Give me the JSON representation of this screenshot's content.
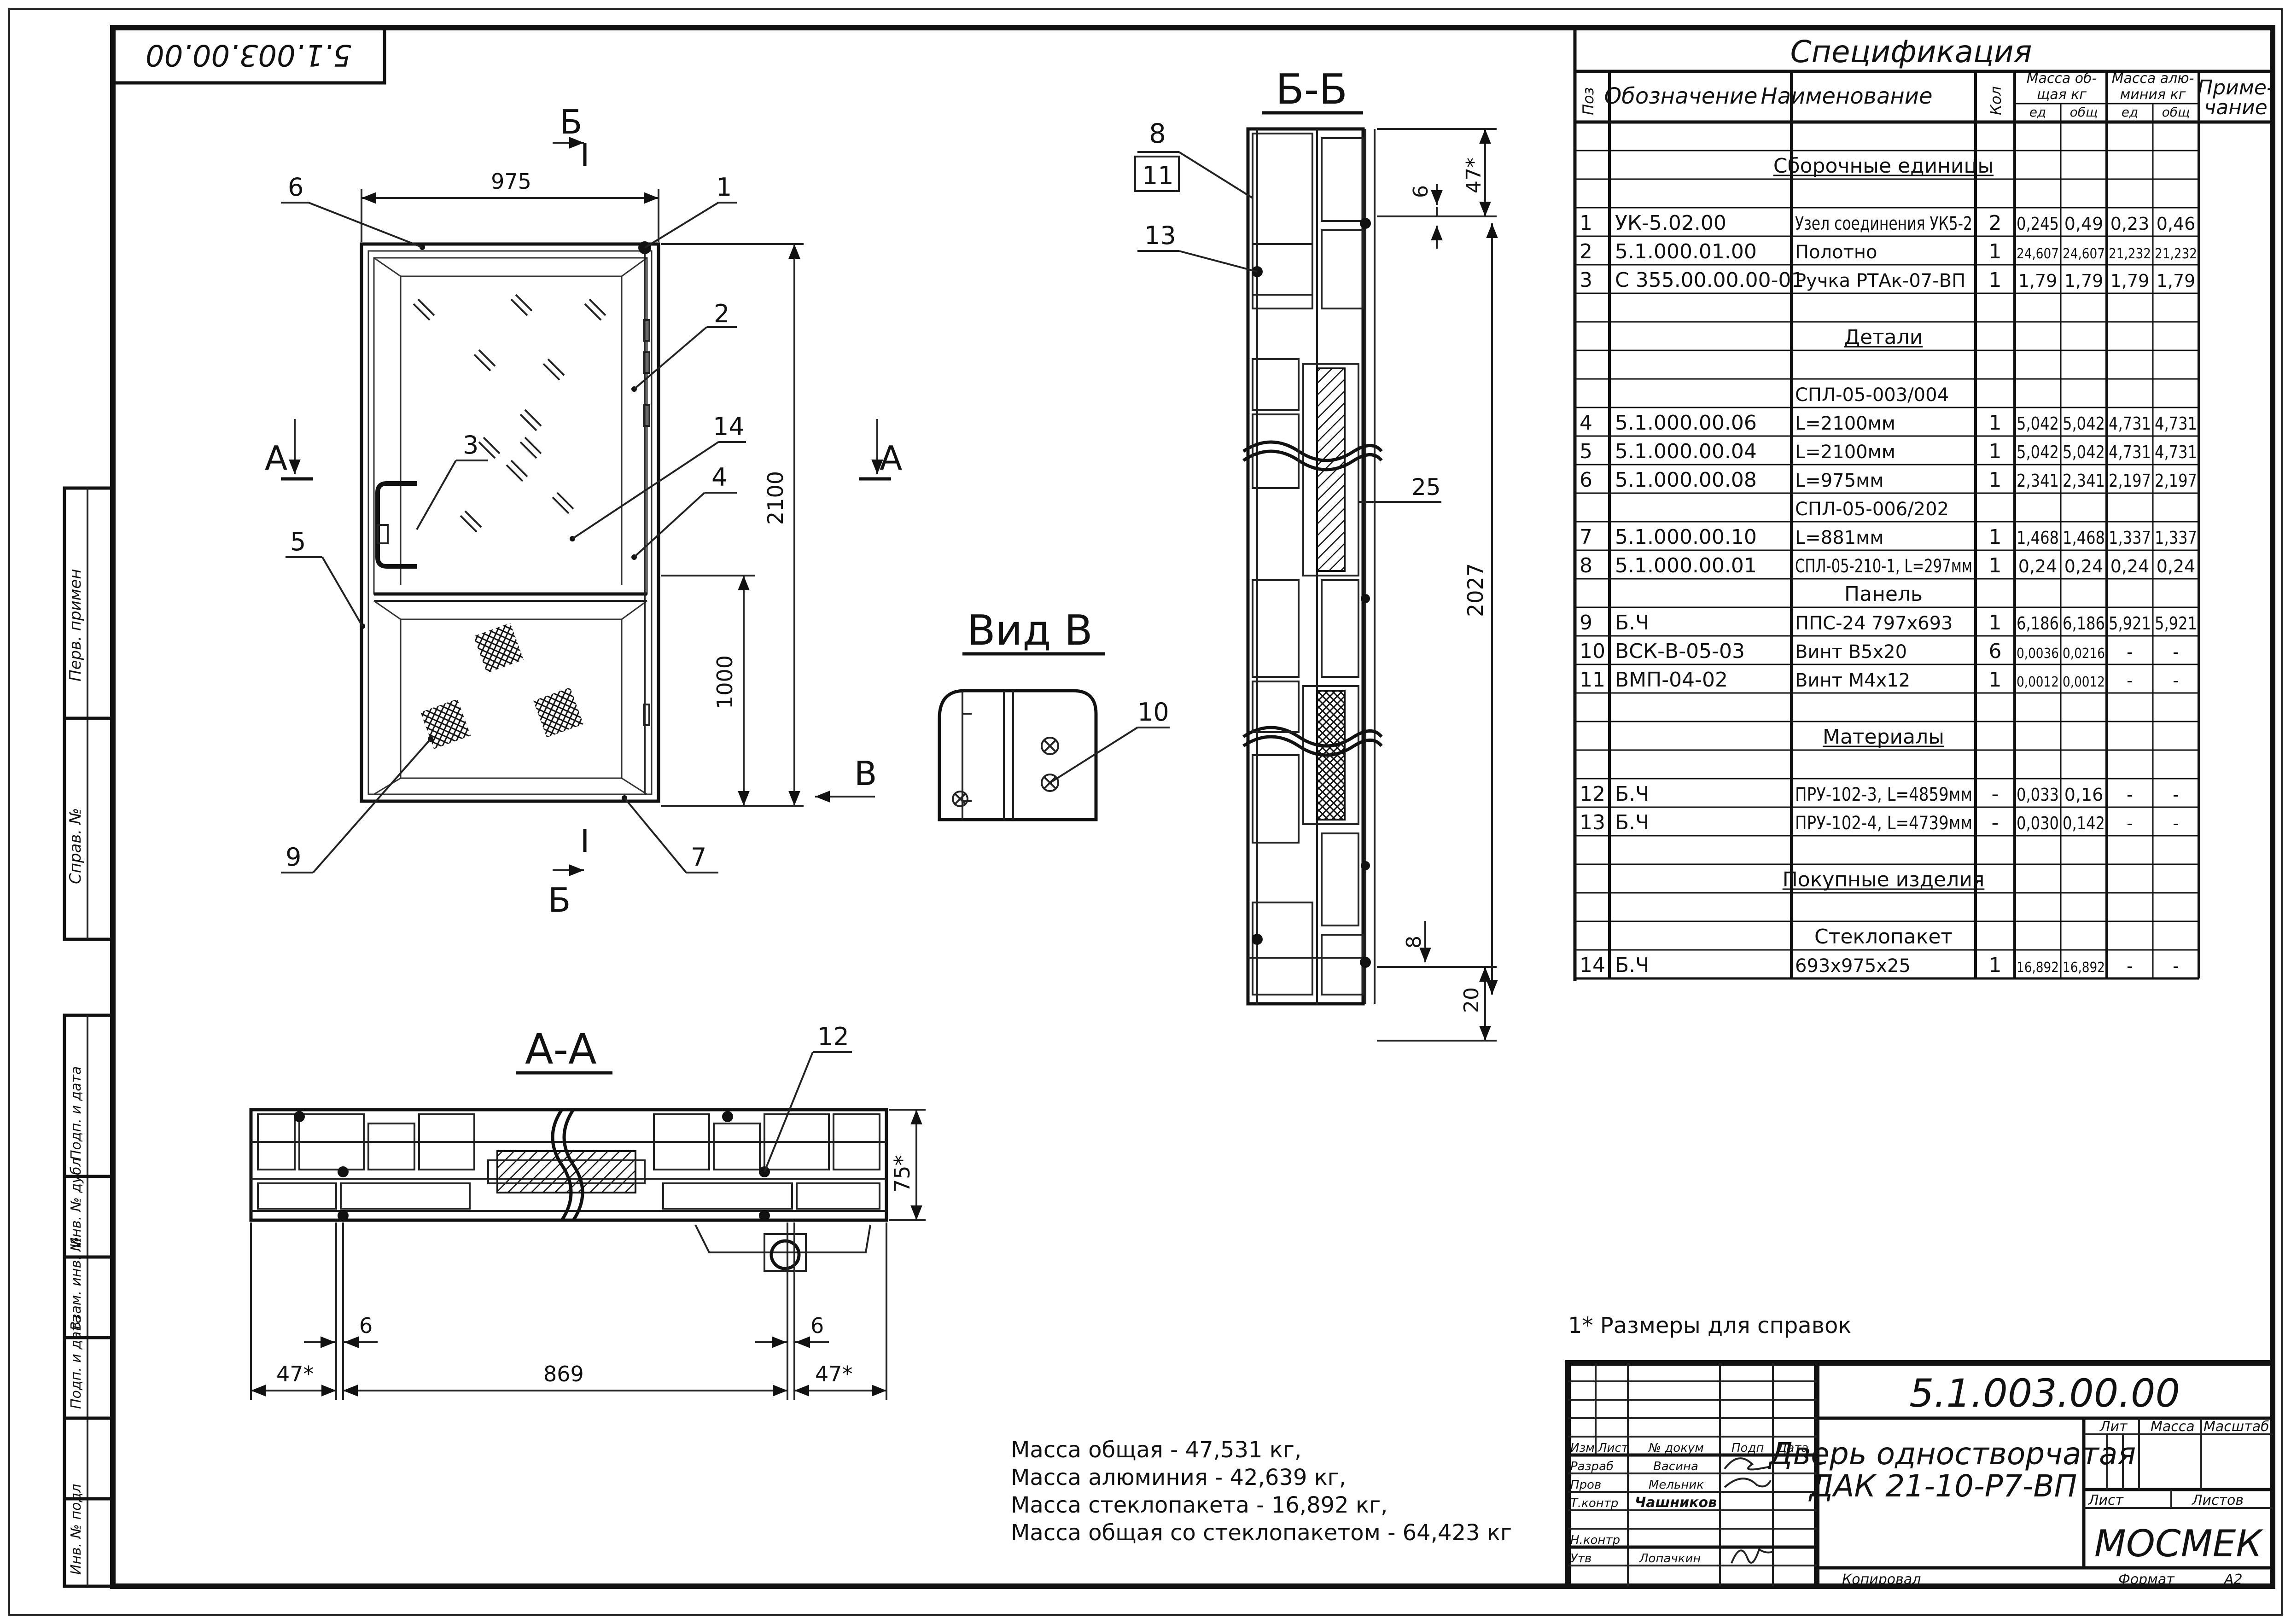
{
  "drawing_code_corner": "5.1.003.00.00",
  "title_code": "5.1.003.00.00",
  "title_name_line1": "Дверь одностворчатая",
  "title_name_line2": "ДАК 21-10-Р7-ВП",
  "company": "МОСМЕК",
  "format_label": "Формат",
  "format_value": "A2",
  "copied_label": "Копировал",
  "title_cells": {
    "lit": "Лит",
    "massa": "Масса",
    "masshtab": "Масштаб",
    "list": "Лист",
    "listov": "Листов"
  },
  "title_rows": [
    {
      "role": "Изм",
      "col2": "Лист",
      "col3": "№ докум",
      "col4": "Подп",
      "col5": "Дата"
    },
    {
      "role": "Разраб",
      "name": "Васина"
    },
    {
      "role": "Пров",
      "name": "Мельник"
    },
    {
      "role": "Т.контр",
      "name": "Чашников"
    },
    {
      "role": "Н.контр",
      "name": ""
    },
    {
      "role": "Утв",
      "name": "Лопачкин"
    }
  ],
  "side_stamp_labels": [
    "Перв. примен",
    "Справ. №",
    "Подп. и дата",
    "Инв. № дубл",
    "Взам. инв. №",
    "Подп. и дата",
    "Инв. № подл"
  ],
  "spec": {
    "title": "Спецификация",
    "headers": {
      "poz": "Поз",
      "oboz": "Обозначение",
      "naim": "Наименование",
      "kol": "Кол",
      "mass_total_a": "Масса об-",
      "mass_total_b": "щая кг",
      "mass_al_a": "Масса алю-",
      "mass_al_b": "миния кг",
      "ed": "ед",
      "obsh": "общ",
      "prim_a": "Приме-",
      "prim_b": "чание"
    },
    "rows": [
      {
        "poz": "",
        "oboz": "",
        "naim": "",
        "kol": "",
        "m1": "",
        "m2": "",
        "m3": "",
        "m4": ""
      },
      {
        "poz": "",
        "oboz": "",
        "naim": "Сборочные единицы",
        "section": true
      },
      {
        "poz": "",
        "oboz": "",
        "naim": ""
      },
      {
        "poz": "1",
        "oboz": "УК-5.02.00",
        "naim": "Узел соединения УК5-2",
        "kol": "2",
        "m1": "0,245",
        "m2": "0,49",
        "m3": "0,23",
        "m4": "0,46"
      },
      {
        "poz": "2",
        "oboz": "5.1.000.01.00",
        "naim": "Полотно",
        "kol": "1",
        "m1": "24,607",
        "m2": "24,607",
        "m3": "21,232",
        "m4": "21,232"
      },
      {
        "poz": "3",
        "oboz": "С 355.00.00.00-01",
        "naim": "Ручка РТАк-07-ВП",
        "kol": "1",
        "m1": "1,79",
        "m2": "1,79",
        "m3": "1,79",
        "m4": "1,79"
      },
      {
        "poz": "",
        "oboz": "",
        "naim": ""
      },
      {
        "poz": "",
        "oboz": "",
        "naim": "Детали",
        "section": true
      },
      {
        "poz": "",
        "oboz": "",
        "naim": ""
      },
      {
        "poz": "",
        "oboz": "",
        "naim": "СПЛ-05-003/004"
      },
      {
        "poz": "4",
        "oboz": "5.1.000.00.06",
        "naim": "L=2100мм",
        "kol": "1",
        "m1": "5,042",
        "m2": "5,042",
        "m3": "4,731",
        "m4": "4,731"
      },
      {
        "poz": "5",
        "oboz": "5.1.000.00.04",
        "naim": "L=2100мм",
        "kol": "1",
        "m1": "5,042",
        "m2": "5,042",
        "m3": "4,731",
        "m4": "4,731"
      },
      {
        "poz": "6",
        "oboz": "5.1.000.00.08",
        "naim": "L=975мм",
        "kol": "1",
        "m1": "2,341",
        "m2": "2,341",
        "m3": "2,197",
        "m4": "2,197"
      },
      {
        "poz": "",
        "oboz": "",
        "naim": "СПЛ-05-006/202"
      },
      {
        "poz": "7",
        "oboz": "5.1.000.00.10",
        "naim": "L=881мм",
        "kol": "1",
        "m1": "1,468",
        "m2": "1,468",
        "m3": "1,337",
        "m4": "1,337"
      },
      {
        "poz": "8",
        "oboz": "5.1.000.00.01",
        "naim": "СПЛ-05-210-1, L=297мм",
        "kol": "1",
        "m1": "0,24",
        "m2": "0,24",
        "m3": "0,24",
        "m4": "0,24"
      },
      {
        "poz": "",
        "oboz": "",
        "naim": "Панель",
        "center": true
      },
      {
        "poz": "9",
        "oboz": "Б.Ч",
        "naim": "ППС-24   797x693",
        "kol": "1",
        "m1": "6,186",
        "m2": "6,186",
        "m3": "5,921",
        "m4": "5,921"
      },
      {
        "poz": "10",
        "oboz": "ВСК-В-05-03",
        "naim": "Винт В5x20",
        "kol": "6",
        "m1": "0,0036",
        "m2": "0,0216",
        "m3": "-",
        "m4": "-"
      },
      {
        "poz": "11",
        "oboz": "ВМП-04-02",
        "naim": "Винт М4x12",
        "kol": "1",
        "m1": "0,0012",
        "m2": "0,0012",
        "m3": "-",
        "m4": "-"
      },
      {
        "poz": "",
        "oboz": "",
        "naim": ""
      },
      {
        "poz": "",
        "oboz": "",
        "naim": "Материалы",
        "section": true
      },
      {
        "poz": "",
        "oboz": "",
        "naim": ""
      },
      {
        "poz": "12",
        "oboz": "Б.Ч",
        "naim": "ПРУ-102-3, L=4859мм",
        "kol": "-",
        "m1": "0,033",
        "m2": "0,16",
        "m3": "-",
        "m4": "-"
      },
      {
        "poz": "13",
        "oboz": "Б.Ч",
        "naim": "ПРУ-102-4, L=4739мм",
        "kol": "-",
        "m1": "0,030",
        "m2": "0,142",
        "m3": "-",
        "m4": "-"
      },
      {
        "poz": "",
        "oboz": "",
        "naim": ""
      },
      {
        "poz": "",
        "oboz": "",
        "naim": "Покупные изделия",
        "section": true
      },
      {
        "poz": "",
        "oboz": "",
        "naim": ""
      },
      {
        "poz": "",
        "oboz": "",
        "naim": "Стеклопакет",
        "center": true
      },
      {
        "poz": "14",
        "oboz": "Б.Ч",
        "naim": "693x975x25",
        "kol": "1",
        "m1": "16,892",
        "m2": "16,892",
        "m3": "-",
        "m4": "-"
      }
    ]
  },
  "note": "1* Размеры для справок",
  "mass_lines": [
    "Масса общая -  47,531 кг,",
    "Масса алюминия -  42,639 кг,",
    "Масса стеклопакета -  16,892 кг,",
    "Масса общая со стеклопакетом -  64,423 кг"
  ],
  "views": {
    "bb_title": "Б-Б",
    "aa_title": "А-А",
    "vid_b_title": "Вид В",
    "cut_b": "Б",
    "cut_a": "А",
    "arrow_v": "В"
  },
  "dims": {
    "width": "975",
    "height": "2100",
    "lower": "1000",
    "bb_height": "2027",
    "bb_top": "47*",
    "bb_six": "6",
    "bb_eight": "8",
    "bb_twenty": "20",
    "aa_depth": "75*",
    "aa_left": "47*",
    "aa_mid": "869",
    "aa_right": "47*",
    "aa_six_l": "6",
    "aa_six_r": "6"
  },
  "callouts": {
    "c1": "1",
    "c2": "2",
    "c3": "3",
    "c4": "4",
    "c5": "5",
    "c6": "6",
    "c7": "7",
    "c8": "8",
    "c9": "9",
    "c10": "10",
    "c11": "11",
    "c12": "12",
    "c13": "13",
    "c14": "14",
    "c25": "25"
  }
}
